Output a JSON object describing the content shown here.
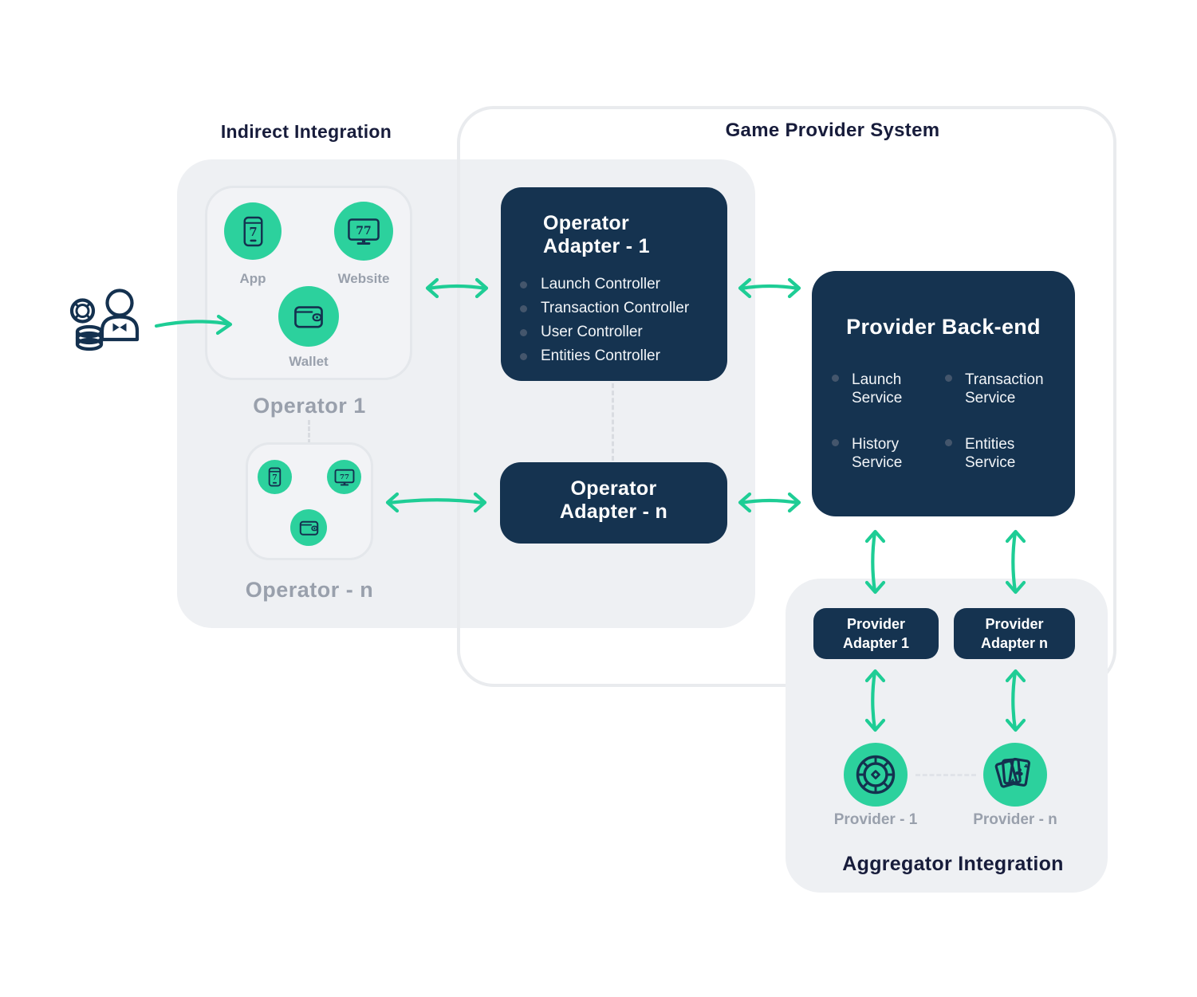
{
  "colors": {
    "navy_box": "#153350",
    "heading_text": "#171C3B",
    "circle_green": "#2CD19D",
    "arrow_green": "#1ECD95",
    "grey_label": "#99A0AC",
    "panel_grey": "#EEF0F3",
    "bullet_dot": "#44566C"
  },
  "headings": {
    "indirect_integration": "Indirect Integration",
    "game_provider_system": "Game Provider System",
    "aggregator_integration": "Aggregator Integration"
  },
  "operator_1": {
    "label": "Operator 1",
    "app_label": "App",
    "website_label": "Website",
    "wallet_label": "Wallet"
  },
  "operator_n": {
    "label": "Operator - n"
  },
  "icons": {
    "app": {
      "name": "phone-icon",
      "glyph": "7"
    },
    "website": {
      "name": "monitor-icon",
      "glyph": "77"
    },
    "wallet": {
      "name": "wallet-icon"
    },
    "player": {
      "name": "player-chip-coins-icon"
    },
    "provider_1": {
      "name": "roulette-chip-icon"
    },
    "provider_n": {
      "name": "playing-cards-icon",
      "glyph": "♣"
    }
  },
  "operator_adapter_1": {
    "title_line1": "Operator",
    "title_line2": "Adapter - 1",
    "controllers": [
      "Launch Controller",
      "Transaction Controller",
      "User Controller",
      "Entities Controller"
    ]
  },
  "operator_adapter_n": {
    "title_line1": "Operator",
    "title_line2": "Adapter - n"
  },
  "provider_backend": {
    "title": "Provider Back-end",
    "services": [
      {
        "line1": "Launch",
        "line2": "Service"
      },
      {
        "line1": "Transaction",
        "line2": "Service"
      },
      {
        "line1": "History",
        "line2": "Service"
      },
      {
        "line1": "Entities",
        "line2": "Service"
      }
    ]
  },
  "provider_adapters": {
    "adapter_1": {
      "line1": "Provider",
      "line2": "Adapter 1"
    },
    "adapter_n": {
      "line1": "Provider",
      "line2": "Adapter n"
    }
  },
  "providers": {
    "provider_1_label": "Provider - 1",
    "provider_n_label": "Provider - n"
  }
}
